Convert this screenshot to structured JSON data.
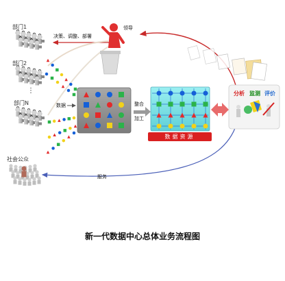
{
  "diagram": {
    "departments": [
      "部门1",
      "部门2",
      "部门N"
    ],
    "public_label": "社会公众",
    "leader_label": "领导",
    "decision_label": "决策、调整、部署",
    "data_label": "数据",
    "integrate_label_1": "整合",
    "integrate_label_2": "加工",
    "resource_label": "数据资源",
    "service_label": "服务",
    "analysis": [
      "分析",
      "监测",
      "评价"
    ],
    "analysis_colors": [
      "#d62020",
      "#1a8a1a",
      "#2a6fd0"
    ],
    "ellipsis": "⋮",
    "caption": "新一代数据中心总体业务流程图"
  },
  "colors": {
    "red": "#e32a2a",
    "blue": "#1560d8",
    "green": "#2bb34a",
    "yellow": "#f2d21a",
    "panel_gray": "#8f8f8f",
    "panel_cyan": "#7fe0e4",
    "arrow_red": "#c82a2a",
    "arrow_blue": "#4a5fb8",
    "double_arrow": "#e86b6b"
  }
}
